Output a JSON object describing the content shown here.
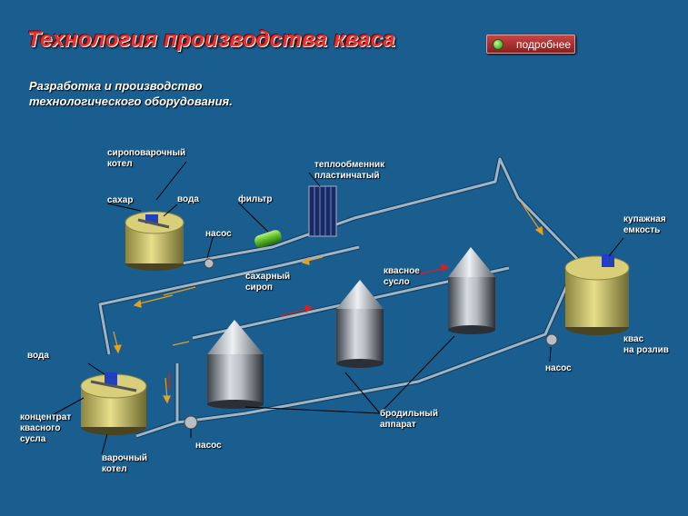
{
  "header": {
    "title": "Технология производства кваса",
    "subtitle_line1": "Разработка и производство",
    "subtitle_line2": "технологического оборудования.",
    "more_button": "подробнее"
  },
  "labels": {
    "syrup_boiler_1": "сироповарочный",
    "syrup_boiler_2": "котел",
    "sugar": "сахар",
    "water_top": "вода",
    "pump_top": "насос",
    "filter": "фильтр",
    "heat_exchanger_1": "теплообменник",
    "heat_exchanger_2": "пластинчатый",
    "sugar_syrup_1": "сахарный",
    "sugar_syrup_2": "сироп",
    "kvass_wort_1": "квасное",
    "kvass_wort_2": "сусло",
    "blending_1": "купажная",
    "blending_2": "емкость",
    "water_bottom": "вода",
    "concentrate_1": "концентрат",
    "concentrate_2": "квасного",
    "concentrate_3": "сусла",
    "brew_boiler_1": "варочный",
    "brew_boiler_2": "котел",
    "pump_bottom": "насос",
    "fermenter_1": "бродильный",
    "fermenter_2": "аппарат",
    "pump_right": "насос",
    "kvass_tap_1": "квас",
    "kvass_tap_2": "на розлив"
  },
  "colors": {
    "background": "#1a5d8f",
    "title": "#e8302a",
    "pipe": "#9fb4c4",
    "tank_yellow": "#d9cf7a",
    "tank_steel": "#a8b0b8",
    "arrow_orange": "#e8a020",
    "arrow_red": "#d82020",
    "filter_green": "#66cc33"
  }
}
